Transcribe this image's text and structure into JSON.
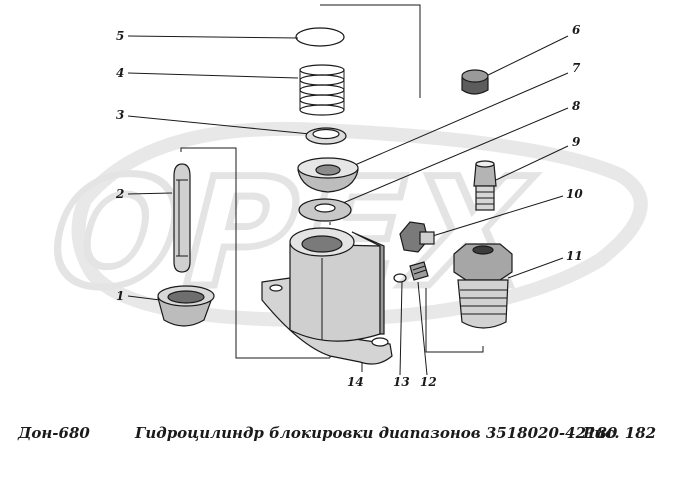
{
  "watermark": "OPEX",
  "caption": {
    "model": "Дон-680",
    "title": "Гидроцилиндр блокировки диапазонов 3518020-42180",
    "figure": "Рис.  182"
  },
  "parts": [
    {
      "id": "1",
      "label": "1"
    },
    {
      "id": "2",
      "label": "2"
    },
    {
      "id": "3",
      "label": "3"
    },
    {
      "id": "4",
      "label": "4"
    },
    {
      "id": "5",
      "label": "5"
    },
    {
      "id": "6",
      "label": "6"
    },
    {
      "id": "7",
      "label": "7"
    },
    {
      "id": "8",
      "label": "8"
    },
    {
      "id": "9",
      "label": "9"
    },
    {
      "id": "10",
      "label": "10"
    },
    {
      "id": "11",
      "label": "11"
    },
    {
      "id": "12",
      "label": "12"
    },
    {
      "id": "13",
      "label": "13"
    },
    {
      "id": "14",
      "label": "14"
    }
  ]
}
